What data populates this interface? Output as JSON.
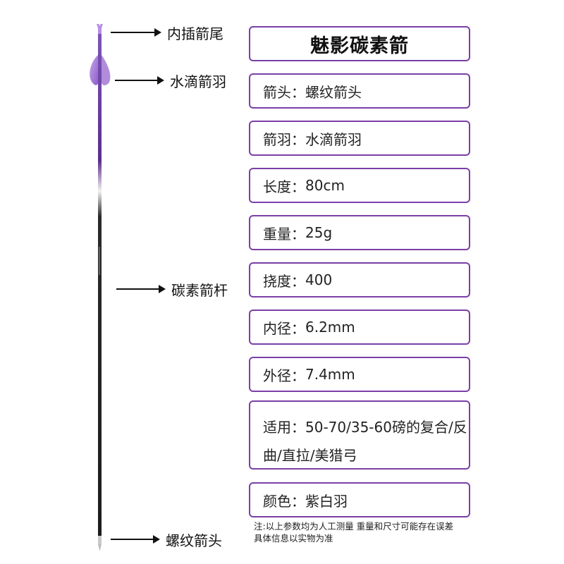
{
  "title": "魅影碳素箭",
  "callouts": {
    "nock": "内插箭尾",
    "vane": "水滴箭羽",
    "shaft": "碳素箭杆",
    "point": "螺纹箭头"
  },
  "specs": [
    {
      "label": "箭头：",
      "value": "螺纹箭头"
    },
    {
      "label": "箭羽：",
      "value": "水滴箭羽"
    },
    {
      "label": "长度：",
      "value": "80cm"
    },
    {
      "label": "重量：",
      "value": "25g"
    },
    {
      "label": "挠度：",
      "value": "400"
    },
    {
      "label": "内径：",
      "value": "6.2mm"
    },
    {
      "label": "外径：",
      "value": "7.4mm"
    },
    {
      "label": "适用：",
      "value": "50-70/35-60磅的复合/反曲/直拉/美猎弓"
    },
    {
      "label": "颜色：",
      "value": "紫白羽"
    }
  ],
  "footnote": {
    "line1": "注:以上参数均为人工测量 重量和尺寸可能存在误差",
    "line2": "具体信息以实物为准"
  },
  "colors": {
    "box_border": "#7b3fa8",
    "vane_purple": "#a77fd6",
    "shaft_purple": "#5b2d8e",
    "shaft_dark": "#222222"
  },
  "icons": {
    "pointer": "right-arrow-pointer-icon",
    "arrow": "carbon-arrow-illustration"
  }
}
